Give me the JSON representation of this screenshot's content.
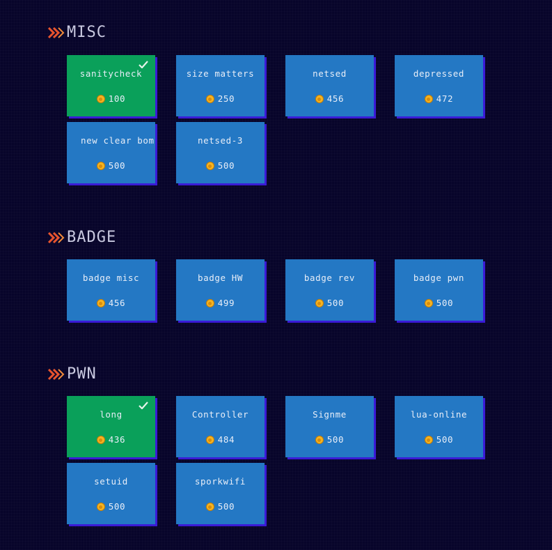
{
  "sections": [
    {
      "title": "MISC",
      "challenges": [
        {
          "name": "sanitycheck",
          "points": "100",
          "solved": true
        },
        {
          "name": "size matters",
          "points": "250",
          "solved": false
        },
        {
          "name": "netsed",
          "points": "456",
          "solved": false
        },
        {
          "name": "depressed",
          "points": "472",
          "solved": false
        },
        {
          "name": "new clear bom",
          "points": "500",
          "solved": false
        },
        {
          "name": "netsed-3",
          "points": "500",
          "solved": false
        }
      ]
    },
    {
      "title": "BADGE",
      "challenges": [
        {
          "name": "badge misc",
          "points": "456",
          "solved": false
        },
        {
          "name": "badge HW",
          "points": "499",
          "solved": false
        },
        {
          "name": "badge rev",
          "points": "500",
          "solved": false
        },
        {
          "name": "badge pwn",
          "points": "500",
          "solved": false
        }
      ]
    },
    {
      "title": "PWN",
      "challenges": [
        {
          "name": "long",
          "points": "436",
          "solved": true
        },
        {
          "name": "Controller",
          "points": "484",
          "solved": false
        },
        {
          "name": "Signme",
          "points": "500",
          "solved": false
        },
        {
          "name": "lua-online",
          "points": "500",
          "solved": false
        },
        {
          "name": "setuid",
          "points": "500",
          "solved": false
        },
        {
          "name": "sporkwifi",
          "points": "500",
          "solved": false
        }
      ]
    }
  ],
  "icons": {
    "section": "double-chevron-right-icon",
    "points": "coin-icon",
    "solved": "checkmark-icon"
  },
  "colors": {
    "background": "#07042a",
    "card": "#2478c4",
    "card_solved": "#0aa05a",
    "card_shadow": "#3a1bd6",
    "chevron": "#e8542e",
    "coin": "#f5b422"
  }
}
